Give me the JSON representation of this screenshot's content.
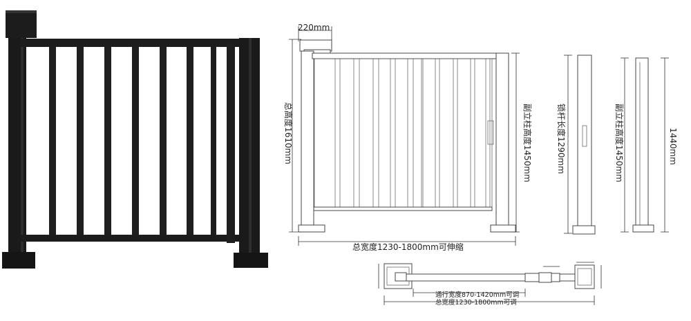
{
  "front_view": {
    "width_label": "220mm",
    "total_height_label": "总高度1610mm",
    "aux_post_height_label": "副立柱高度1450mm",
    "total_width_label": "总宽度1230-1800mm可伸缩"
  },
  "side_view_lock": {
    "lock_rod_length_label": "锁杆长度1290mm"
  },
  "side_view_post": {
    "aux_post_height_label": "副立柱高度1450mm",
    "height_label": "1440mm"
  },
  "top_view": {
    "passage_width_label": "通行宽度870-1420mm可调",
    "total_width_label": "总宽度1230-1800mm可调"
  },
  "colors": {
    "gate_black": "#1c1c1c",
    "gate_highlight": "#3a3a3a",
    "line": "#333333"
  }
}
